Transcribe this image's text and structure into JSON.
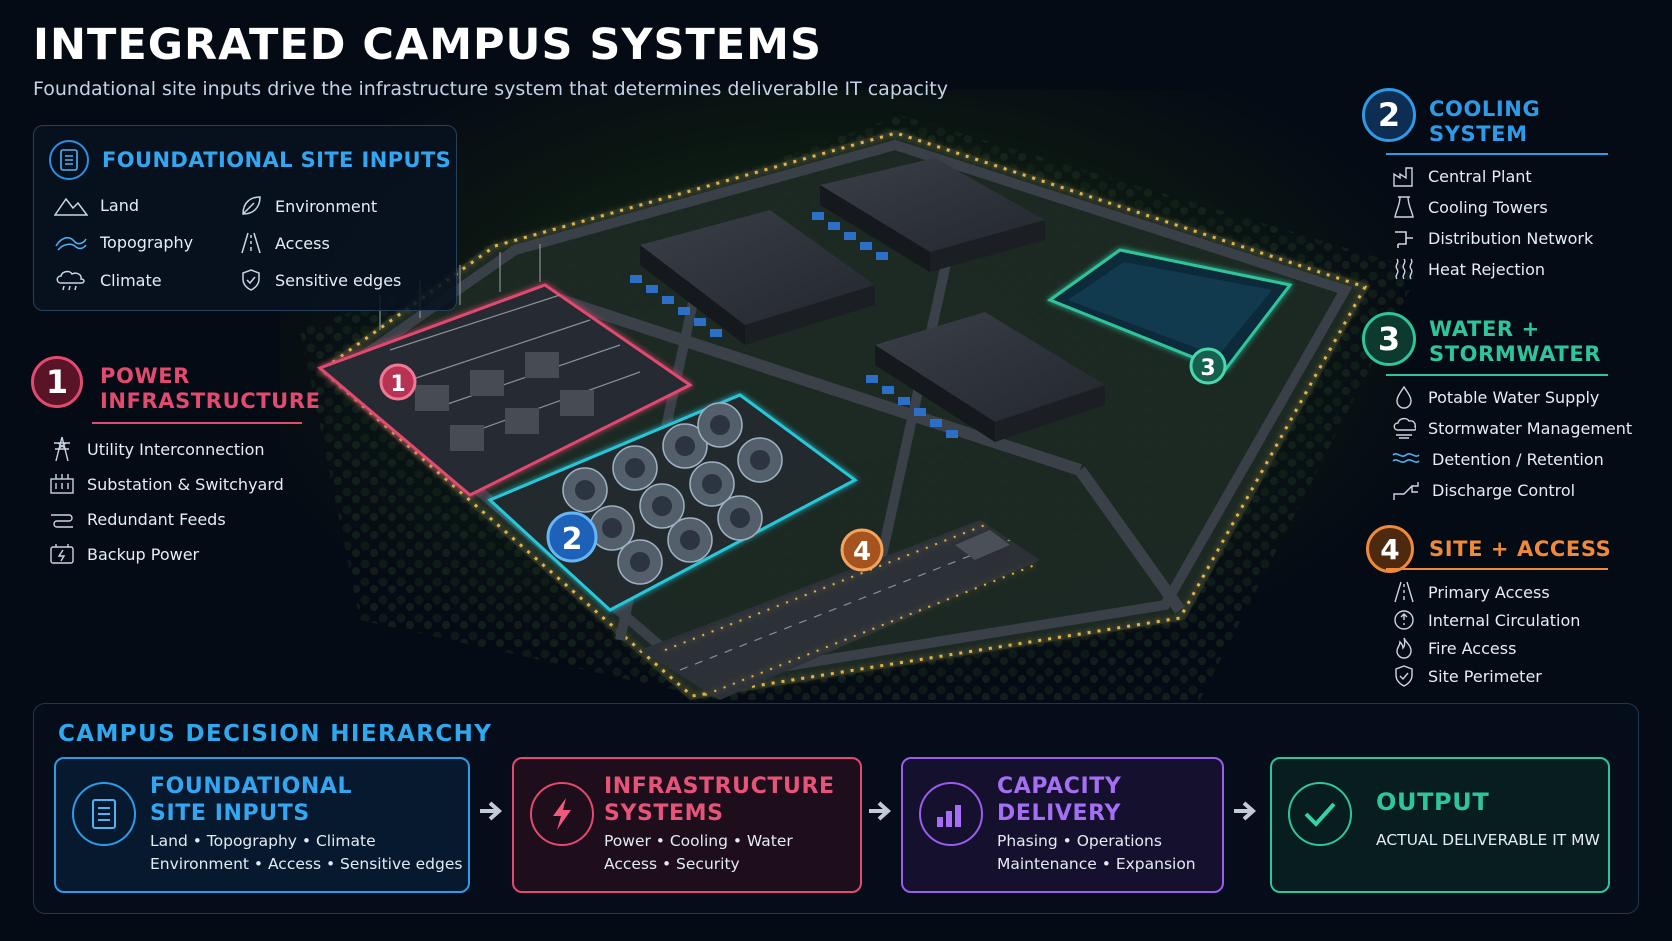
{
  "header": {
    "title": "INTEGRATED CAMPUS SYSTEMS",
    "subtitle": "Foundational site inputs drive the infrastructure system that determines deliverablle IT capacity"
  },
  "foundational_inputs": {
    "title": "FOUNDATIONAL SITE INPUTS",
    "items": [
      {
        "label": "Land",
        "icon": "mountain-icon"
      },
      {
        "label": "Topography",
        "icon": "contour-icon"
      },
      {
        "label": "Climate",
        "icon": "cloud-rain-icon"
      },
      {
        "label": "Environment",
        "icon": "leaf-icon"
      },
      {
        "label": "Access",
        "icon": "road-icon"
      },
      {
        "label": "Sensitive edges",
        "icon": "shield-icon"
      }
    ]
  },
  "categories": {
    "power": {
      "number": "1",
      "title_line1": "POWER",
      "title_line2": "INFRASTRUCTURE",
      "color": "#e24a6f",
      "items": [
        "Utility Interconnection",
        "Substation & Switchyard",
        "Redundant Feeds",
        "Backup Power"
      ]
    },
    "cooling": {
      "number": "2",
      "title_line1": "COOLING",
      "title_line2": "SYSTEM",
      "color": "#2e9be8",
      "items": [
        "Central Plant",
        "Cooling Towers",
        "Distribution Network",
        "Heat Rejection"
      ]
    },
    "water": {
      "number": "3",
      "title_line1": "WATER +",
      "title_line2": "STORMWATER",
      "color": "#2fc59a",
      "items": [
        "Potable Water Supply",
        "Stormwater Management",
        "Detention / Retention",
        "Discharge Control"
      ]
    },
    "site": {
      "number": "4",
      "title": "SITE + ACCESS",
      "color": "#ee8a3a",
      "items": [
        "Primary Access",
        "Internal Circulation",
        "Fire Access",
        "Site Perimeter"
      ]
    }
  },
  "map_markers": [
    "1",
    "2",
    "3",
    "4"
  ],
  "hierarchy": {
    "title": "CAMPUS DECISION HIERARCHY",
    "boxes": [
      {
        "title_line1": "FOUNDATIONAL",
        "title_line2": "SITE INPUTS",
        "line1": "Land  •  Topography  •  Climate",
        "line2": "Environment  •  Access  •  Sensitive edges",
        "color": "#2e9be8"
      },
      {
        "title_line1": "INFRASTRUCTURE",
        "title_line2": "SYSTEMS",
        "line1": "Power  •  Cooling  •  Water",
        "line2": "Access  •  Security",
        "color": "#e24a6f"
      },
      {
        "title_line1": "CAPACITY",
        "title_line2": "DELIVERY",
        "line1": "Phasing  •  Operations",
        "line2": "Maintenance  •  Expansion",
        "color": "#9a5df0"
      },
      {
        "title": "OUTPUT",
        "line1": "ACTUAL DELIVERABLE IT MW",
        "color": "#2fc59a"
      }
    ]
  }
}
